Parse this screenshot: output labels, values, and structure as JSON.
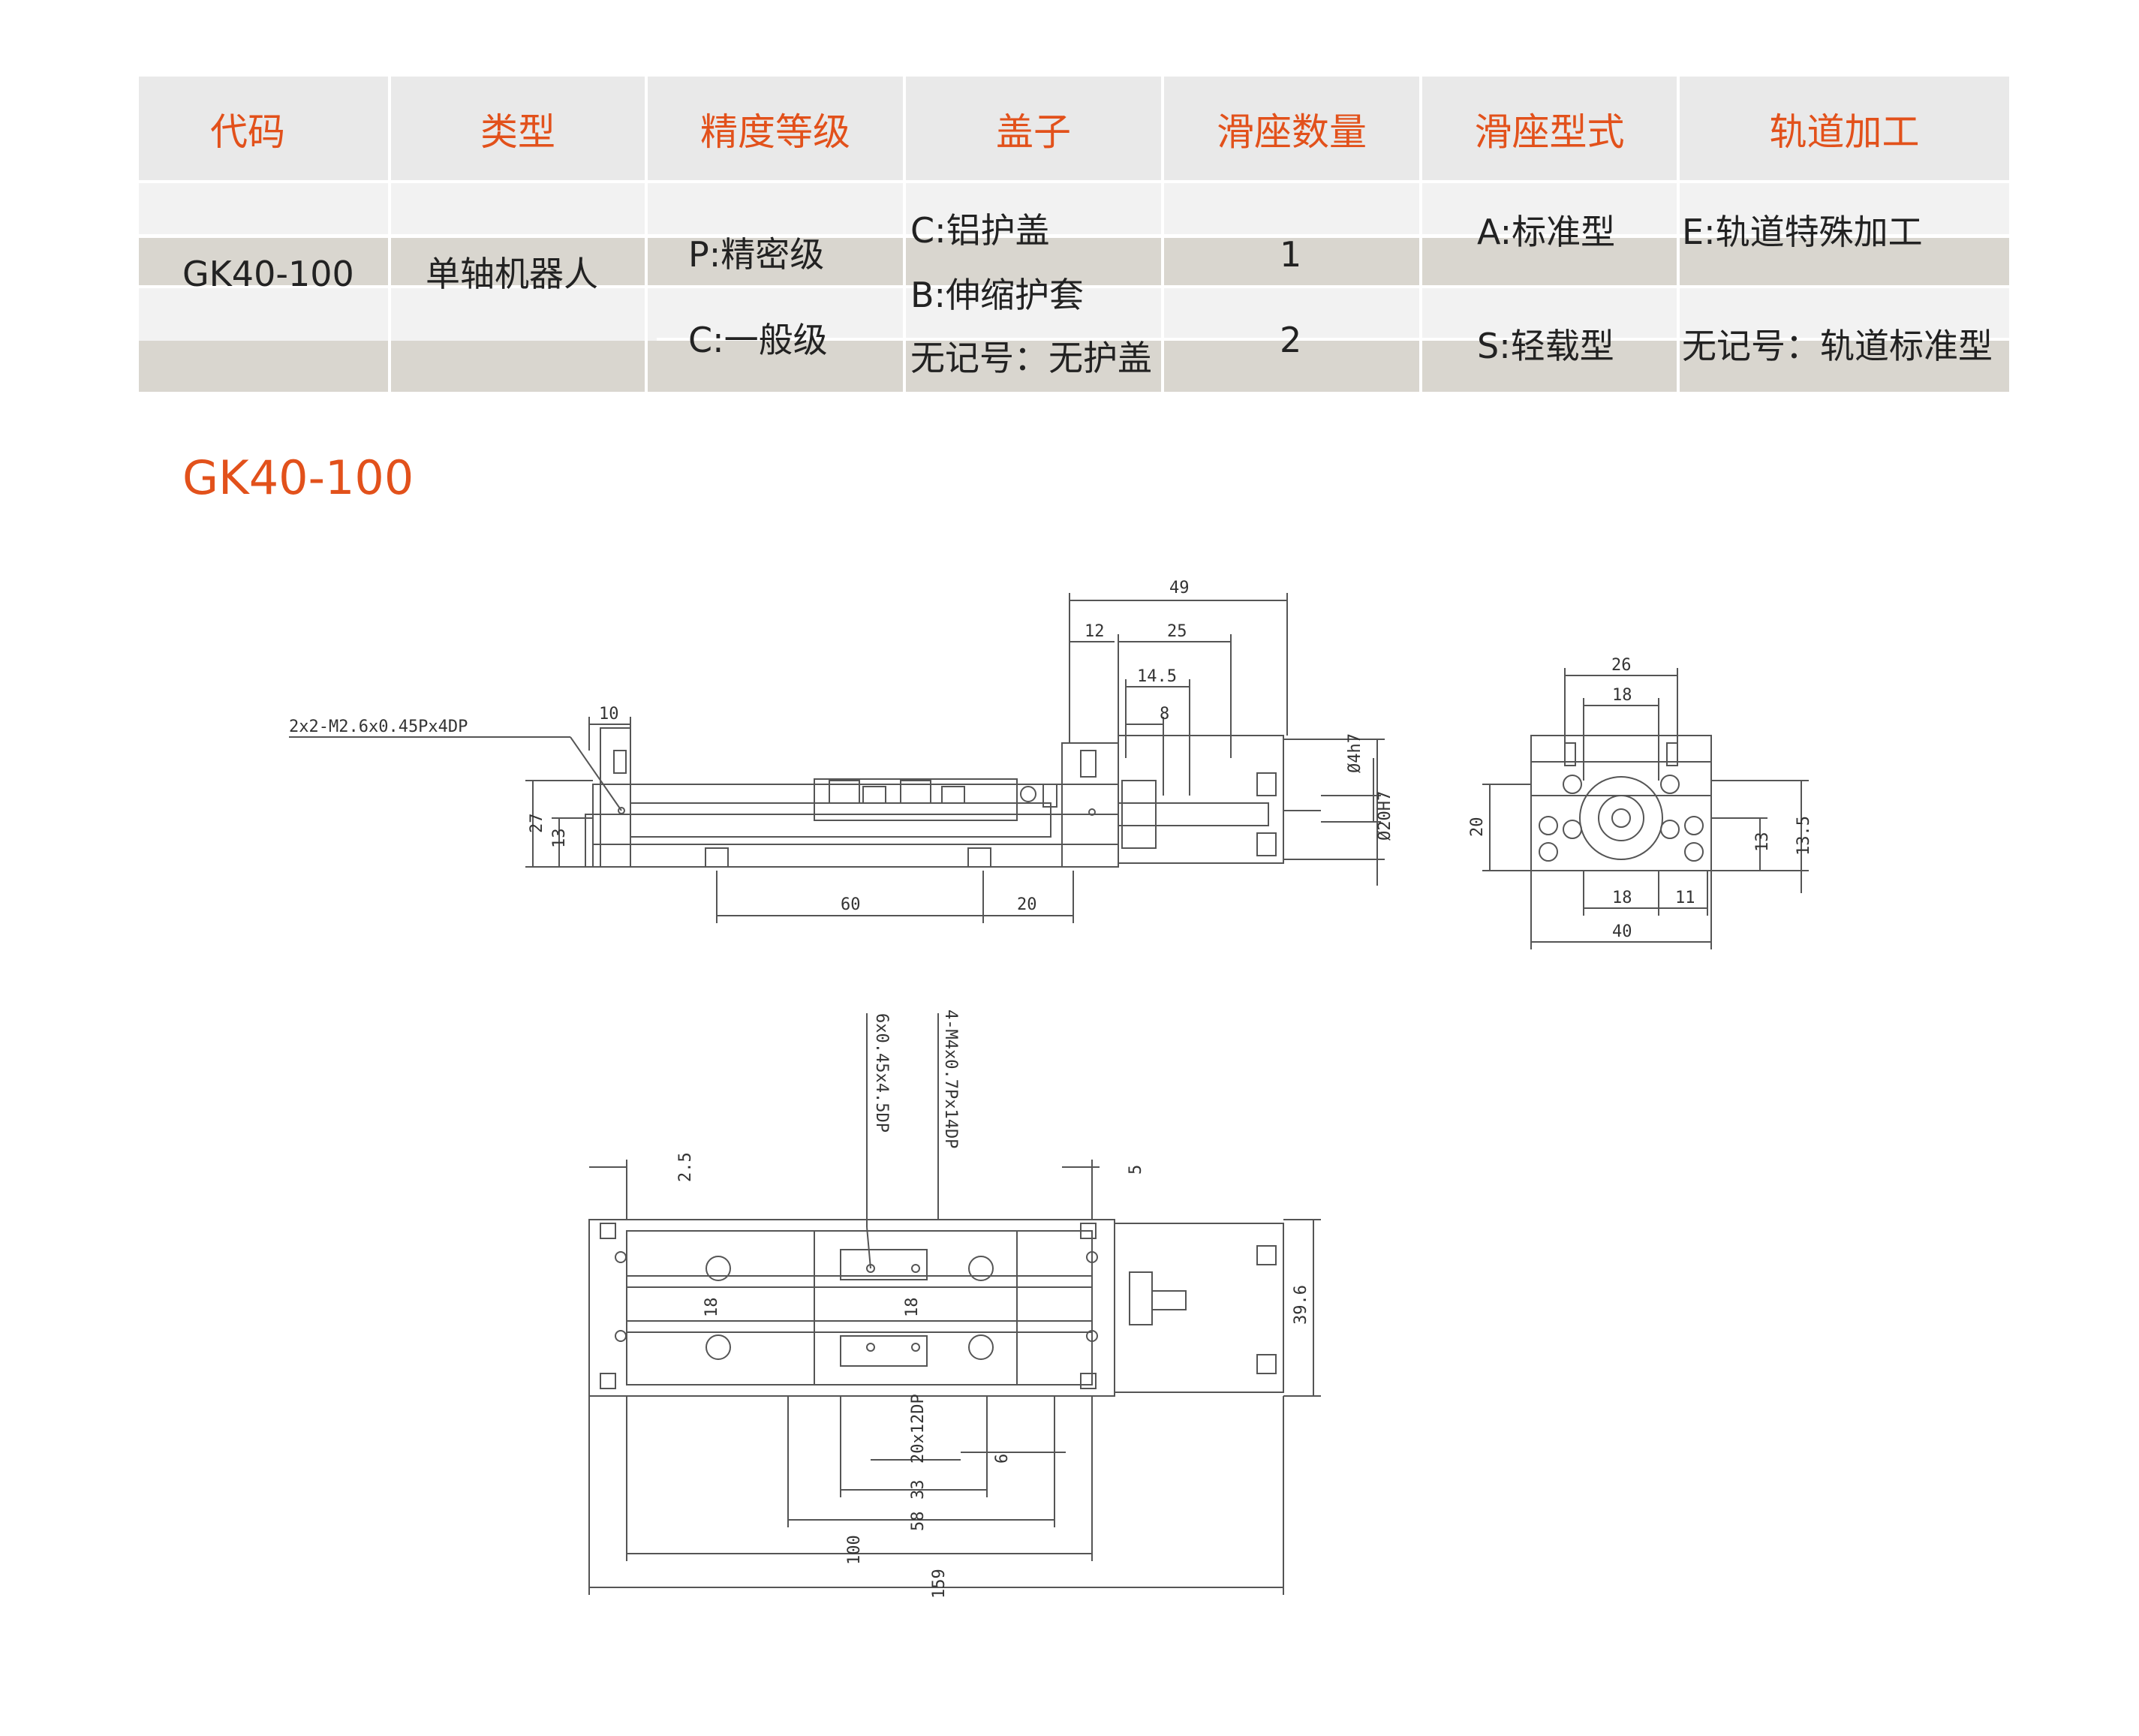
{
  "table": {
    "headers": [
      "代码",
      "类型",
      "精度等级",
      "盖子",
      "滑座数量",
      "滑座型式",
      "轨道加工"
    ],
    "code": "GK40-100",
    "type": "单轴机器人",
    "precision": [
      "P:精密级",
      "C:一般级"
    ],
    "cover": [
      "C:铝护盖",
      "B:伸缩护套",
      "无记号：无护盖"
    ],
    "slider_count": [
      "1",
      "2"
    ],
    "slider_type": [
      "A:标准型",
      "S:轻载型"
    ],
    "rail_processing": [
      "E:轨道特殊加工",
      "无记号：轨道标准型"
    ]
  },
  "section_title": "GK40-100",
  "drawing": {
    "side_view": {
      "dims": [
        "49",
        "12",
        "25",
        "14.5",
        "8",
        "10",
        "27",
        "13",
        "60",
        "20",
        "Ø4h7",
        "Ø20H7"
      ],
      "callout": "2x2-M2.6x0.45Px4DP"
    },
    "end_view": {
      "dims": [
        "26",
        "18",
        "20",
        "13",
        "13.5",
        "18",
        "11",
        "40"
      ]
    },
    "top_view": {
      "dims": [
        "2.5",
        "5",
        "18",
        "18",
        "39.6",
        "20x12DP",
        "6",
        "58",
        "33",
        "100",
        "159"
      ],
      "callouts": [
        "6x0.45x4.5DP",
        "4-M4x0.7Px14DP"
      ]
    }
  },
  "colors": {
    "accent": "#e2511b",
    "header_bg": "#e9e9e9",
    "row_dark": "#d9d6cf",
    "row_light": "#f2f2f2",
    "line": "#555555"
  }
}
